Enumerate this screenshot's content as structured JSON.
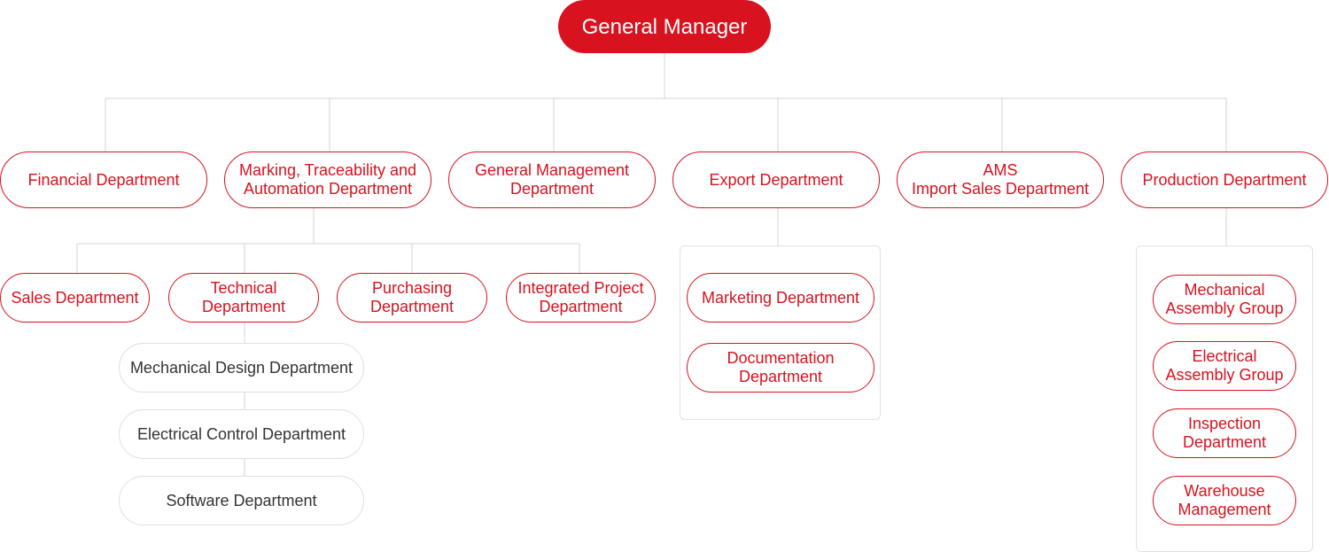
{
  "colors": {
    "accent": "#d8121e",
    "line": "#d6d6d6",
    "gray_border": "#e0e0e0",
    "gray_text": "#333333"
  },
  "org": {
    "root": "General Manager",
    "departments": [
      "Financial Department",
      "Marking, Traceability and\nAutomation Department",
      "General Management\nDepartment",
      "Export Department",
      "AMS\nImport Sales Department",
      "Production Department"
    ],
    "marking_sub": [
      "Sales Department",
      "Technical\nDepartment",
      "Purchasing\nDepartment",
      "Integrated Project\nDepartment"
    ],
    "technical_sub": [
      "Mechanical Design Department",
      "Electrical Control Department",
      "Software Department"
    ],
    "export_sub": [
      "Marketing Department",
      "Documentation\nDepartment"
    ],
    "production_sub": [
      "Mechanical\nAssembly Group",
      "Electrical\nAssembly Group",
      "Inspection\nDepartment",
      "Warehouse\nManagement"
    ]
  }
}
